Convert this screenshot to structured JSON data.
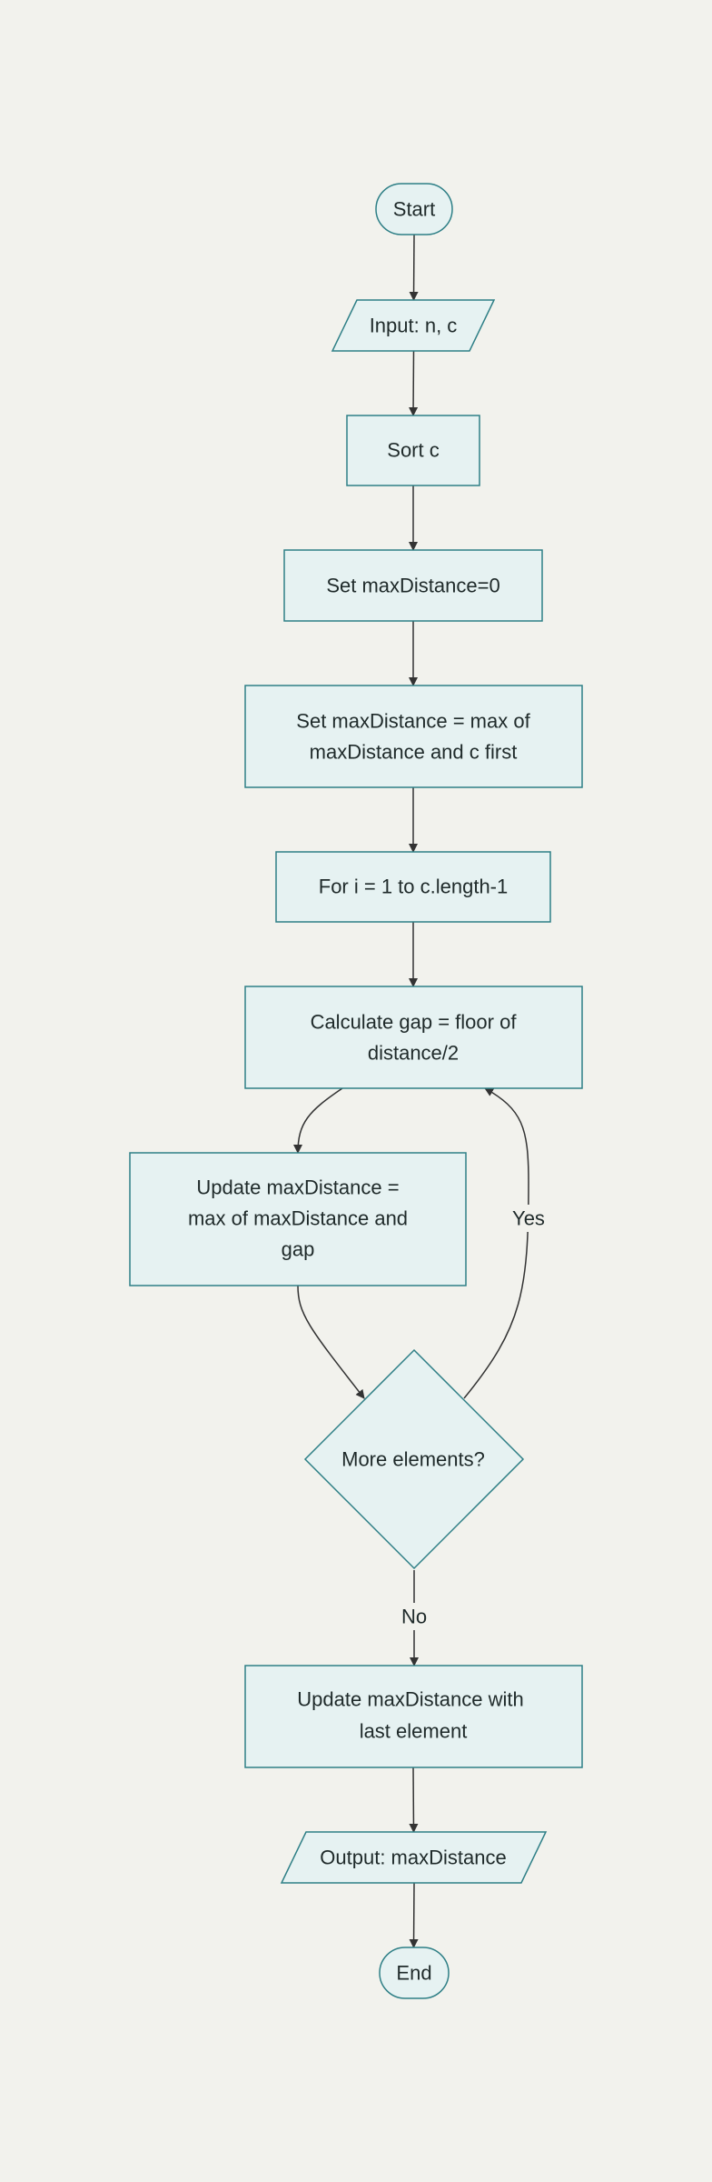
{
  "flowchart": {
    "nodes": {
      "start": "Start",
      "input": "Input: n, c",
      "sort": "Sort c",
      "set_max_zero": "Set maxDistance=0",
      "set_max_first": [
        "Set maxDistance = max of",
        "maxDistance and c first"
      ],
      "for_loop": "For i = 1 to c.length-1",
      "calc_gap": [
        "Calculate gap = floor of",
        "distance/2"
      ],
      "update_max_gap": [
        "Update maxDistance =",
        "max of maxDistance and",
        "gap"
      ],
      "more_elements": "More elements?",
      "update_max_last": [
        "Update maxDistance with",
        "last element"
      ],
      "output": "Output: maxDistance",
      "end": "End"
    },
    "edge_labels": {
      "yes": "Yes",
      "no": "No"
    },
    "colors": {
      "background": "#f2f2ed",
      "node_fill": "#e6f2f2",
      "node_stroke": "#2e7f86",
      "edge": "#333333",
      "text": "#1f2a2a"
    }
  }
}
